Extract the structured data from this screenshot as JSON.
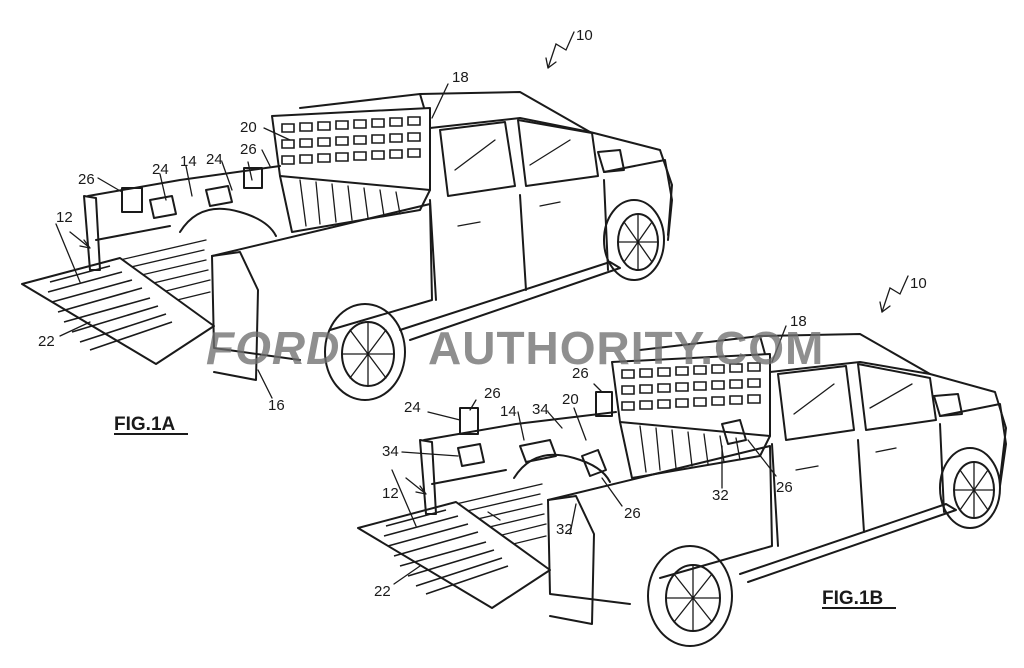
{
  "figures": [
    {
      "label": "FIG.1A",
      "refs": {
        "truck": "10",
        "rack": "18",
        "front_wall": "20",
        "tailgate": "22",
        "stakes": "24",
        "stake_pockets": "26",
        "bed": "12",
        "wheel_well": "14",
        "side_wall": "16"
      }
    },
    {
      "label": "FIG.1B",
      "refs": {
        "truck": "10",
        "rack": "18",
        "front_wall": "20",
        "tailgate": "22",
        "stakes": "24",
        "stake_pockets": "26",
        "bed": "12",
        "wheel_well": "14",
        "anchors": "32",
        "bracket": "34"
      }
    }
  ],
  "watermark": {
    "brand_logo": "FORD",
    "text": "AUTHORITY.COM"
  }
}
